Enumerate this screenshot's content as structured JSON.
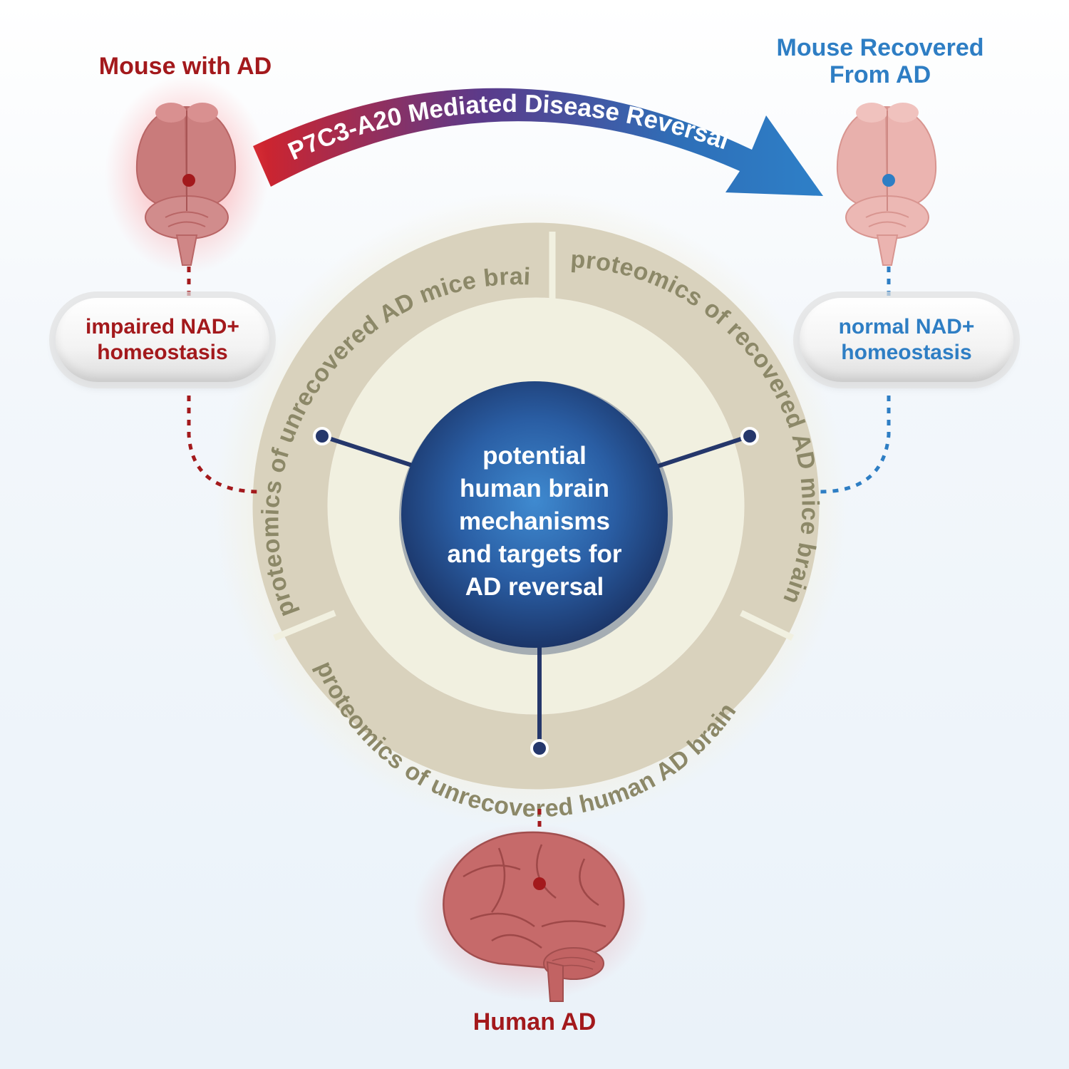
{
  "header": {
    "mouse_ad_label": "Mouse with AD",
    "mouse_recovered_label_line1": "Mouse Recovered",
    "mouse_recovered_label_line2": "From AD",
    "arrow_label": "P7C3-A20 Mediated Disease Reversal"
  },
  "pills": {
    "left_line1": "impaired NAD+",
    "left_line2": "homeostasis",
    "right_line1": "normal NAD+",
    "right_line2": "homeostasis"
  },
  "ring": {
    "left_segment": "proteomics of unrecovered AD mice brain",
    "right_segment": "proteomics of recovered AD mice brain",
    "bottom_segment": "proteomics of unrecovered human AD brain"
  },
  "center": {
    "line1": "potential",
    "line2": "human brain",
    "line3": "mechanisms",
    "line4": "and targets for",
    "line5": "AD reversal"
  },
  "footer": {
    "human_ad_label": "Human AD"
  },
  "colors": {
    "disease_red": "#a3191c",
    "recovered_blue": "#2e7ec4",
    "ring_beige": "#d9d2bd",
    "ring_text": "#8c8868",
    "center_navy": "#1f3f7a",
    "connector_navy": "#25376b"
  }
}
